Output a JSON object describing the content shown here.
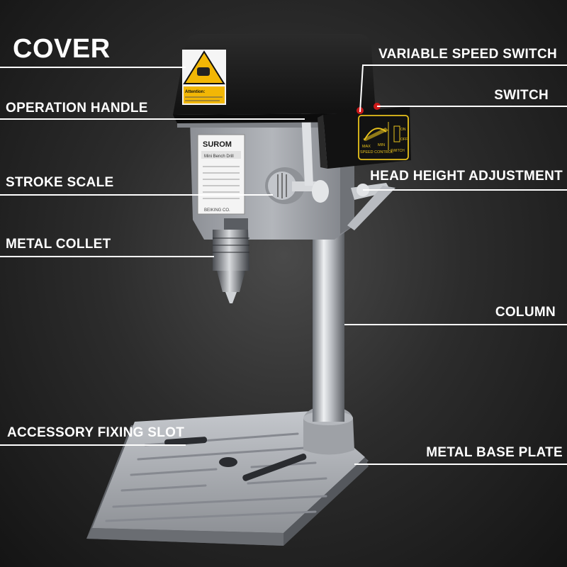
{
  "labels": {
    "cover": "COVER",
    "variable_speed_switch": "VARIABLE SPEED SWITCH",
    "switch": "SWITCH",
    "operation_handle": "OPERATION HANDLE",
    "head_height_adjustment": "HEAD HEIGHT ADJUSTMENT",
    "stroke_scale": "STROKE SCALE",
    "metal_collet": "METAL COLLET",
    "column": "COLUMN",
    "accessory_fixing_slot": "ACCESSORY FIXING SLOT",
    "metal_base_plate": "METAL BASE PLATE"
  },
  "product": {
    "brand": "SUROM",
    "model_name": "Mini Bench Drill",
    "maker": "BEIKING CO.",
    "warning_title": "Attention:",
    "speed_control": {
      "max": "MAX",
      "min": "MIN",
      "caption": "SPEED CONTROL"
    },
    "power_switch": {
      "on": "ON",
      "off": "OFF",
      "caption": "SWITCH"
    }
  },
  "colors": {
    "line": "#ffffff",
    "label_text": "#ffffff",
    "cover": "#1c1c1c",
    "body_metal": "#9a9da2",
    "handle_knob": "#d4141b",
    "warning_sign": "#f2b705",
    "control_panel_text": "#e8c21c"
  }
}
